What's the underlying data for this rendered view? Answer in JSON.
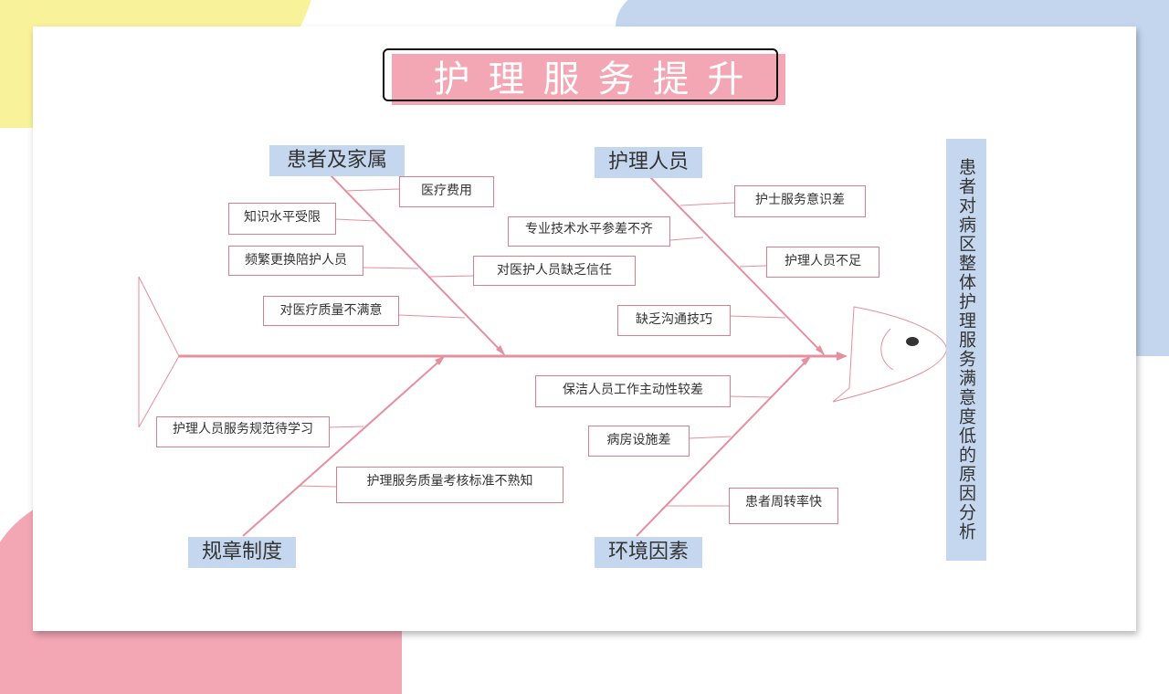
{
  "title": "护理服务提升",
  "problem": "患者对病区整体护理服务满意度低的原因分析",
  "categories": {
    "patients": "患者及家属",
    "nurses": "护理人员",
    "rules": "规章制度",
    "environment": "环境因素"
  },
  "causes": {
    "patients": [
      "医疗费用",
      "知识水平受限",
      "频繁更换陪护人员",
      "对医护人员缺乏信任",
      "对医疗质量不满意"
    ],
    "nurses": [
      "护士服务意识差",
      "专业技术水平参差不齐",
      "护理人员不足",
      "缺乏沟通技巧"
    ],
    "rules": [
      "护理人员服务规范待学习",
      "护理服务质量考核标准不熟知"
    ],
    "environment": [
      "保洁人员工作主动性较差",
      "病房设施差",
      "患者周转率快"
    ]
  },
  "colors": {
    "line": "#e58fa0",
    "label_bg": "#c5d7ef",
    "title_bg": "#f3a7b5"
  }
}
